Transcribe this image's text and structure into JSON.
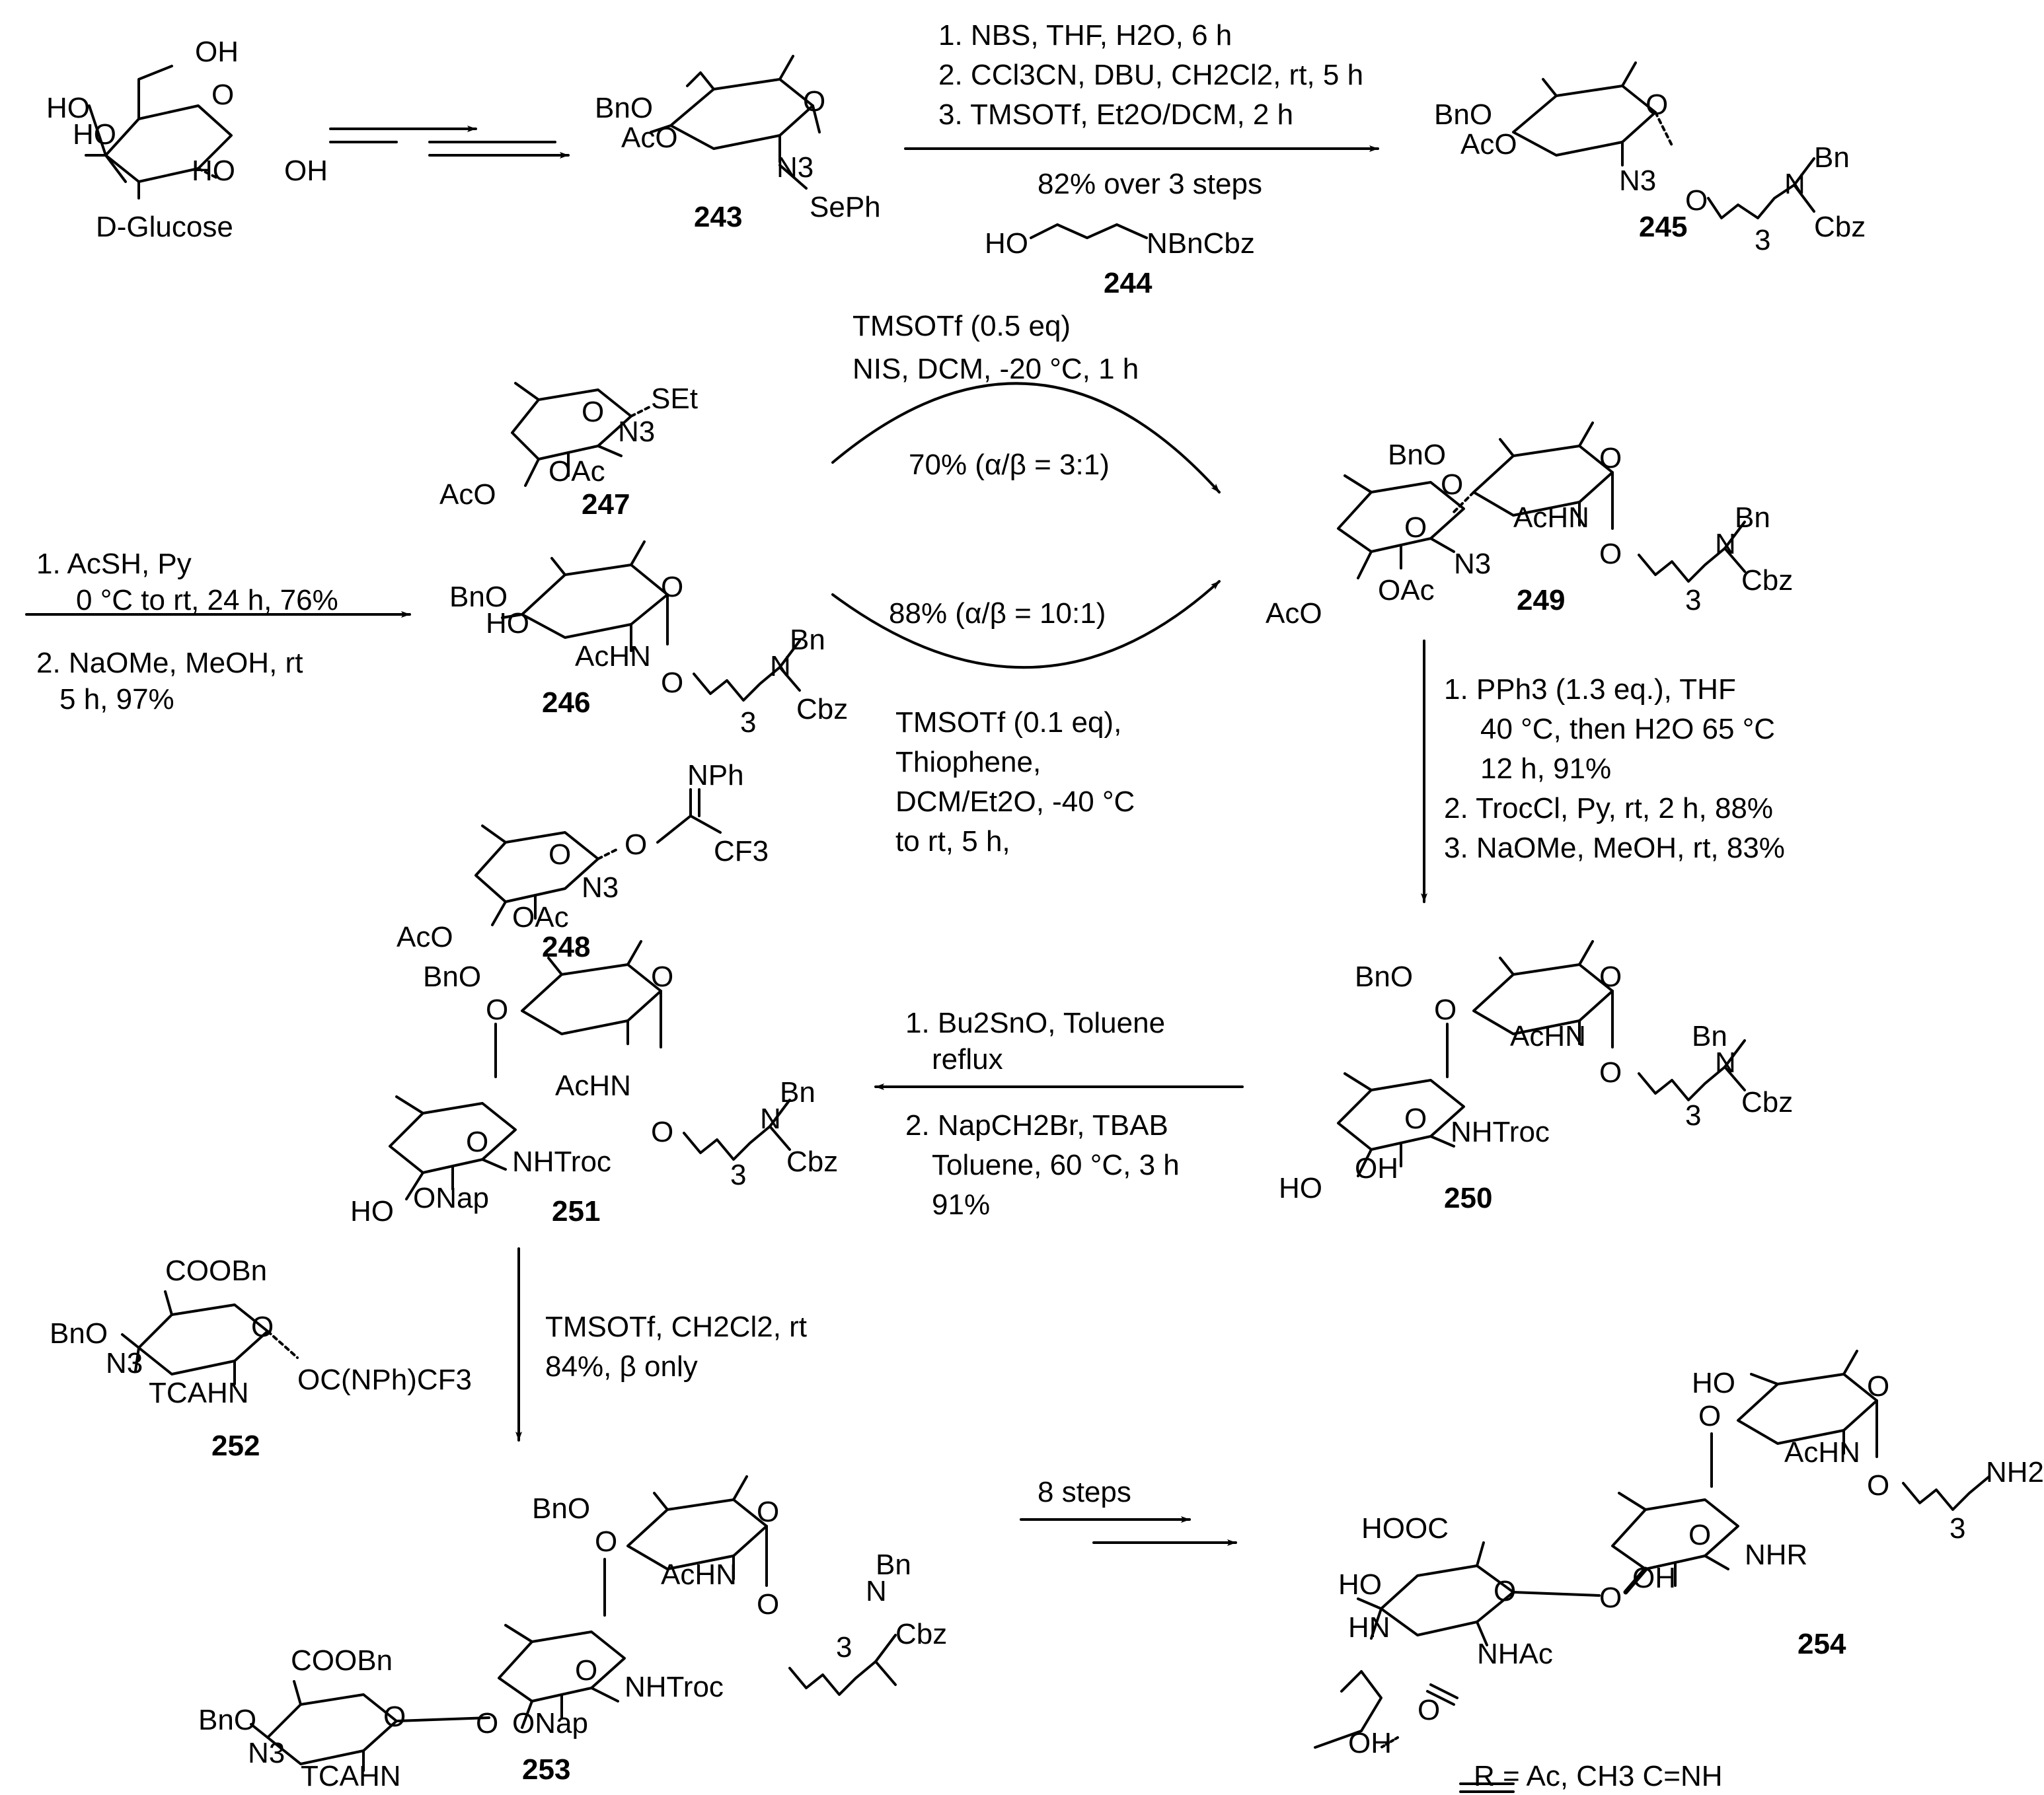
{
  "compounds": {
    "glucose": {
      "label": "D-Glucose",
      "atoms": [
        "HO",
        "HO",
        "HO",
        "OH",
        "OH",
        "O",
        "OH"
      ]
    },
    "c243": {
      "label": "243",
      "atoms": [
        "BnO",
        "AcO",
        "O",
        "N3",
        "SePh"
      ]
    },
    "c245": {
      "label": "245",
      "atoms": [
        "BnO",
        "AcO",
        "O",
        "N3",
        "O",
        "N",
        "Bn",
        "Cbz",
        "3"
      ]
    },
    "c244": {
      "label": "244",
      "atoms": [
        "HO",
        "NBnCbz"
      ]
    },
    "c247": {
      "label": "247",
      "atoms": [
        "O",
        "SEt",
        "N3",
        "OAc",
        "AcO"
      ]
    },
    "c246": {
      "label": "246",
      "atoms": [
        "BnO",
        "HO",
        "O",
        "AcHN",
        "O",
        "N",
        "Bn",
        "Cbz",
        "3"
      ]
    },
    "c248": {
      "label": "248",
      "atoms": [
        "NPh",
        "O",
        "O",
        "CF3",
        "N3",
        "OAc",
        "AcO"
      ]
    },
    "c249": {
      "label": "249",
      "atoms": [
        "BnO",
        "O",
        "O",
        "AcHN",
        "O",
        "N3",
        "N",
        "Bn",
        "Cbz",
        "3",
        "AcO",
        "OAc"
      ]
    },
    "c250": {
      "label": "250",
      "atoms": [
        "BnO",
        "O",
        "O",
        "AcHN",
        "O",
        "NHTroc",
        "N",
        "Bn",
        "Cbz",
        "3",
        "HO",
        "OH"
      ]
    },
    "c251": {
      "label": "251",
      "atoms": [
        "BnO",
        "O",
        "O",
        "AcHN",
        "O",
        "NHTroc",
        "N",
        "Bn",
        "Cbz",
        "3",
        "HO",
        "ONap"
      ]
    },
    "c252": {
      "label": "252",
      "atoms": [
        "COOBn",
        "BnO",
        "O",
        "N3",
        "TCAHN",
        "OC(NPh)CF3"
      ]
    },
    "c253": {
      "label": "253",
      "atoms": [
        "BnO",
        "O",
        "O",
        "AcHN",
        "O",
        "N",
        "Bn",
        "Cbz",
        "3",
        "NHTroc",
        "ONap",
        "COOBn",
        "BnO",
        "N3",
        "TCAHN",
        "O"
      ]
    },
    "c254": {
      "label": "254",
      "atoms": [
        "HO",
        "O",
        "O",
        "AcHN",
        "O",
        "NH2",
        "3",
        "NHR",
        "HOOC",
        "HO",
        "HN",
        "O",
        "NHAc",
        "OH",
        "O",
        "OH"
      ],
      "footnote": "R = Ac, CH3 C=NH"
    }
  },
  "conditions": {
    "step_243_245": [
      "1. NBS, THF, H2O, 6 h",
      "2. CCl3CN, DBU, CH2Cl2, rt, 5 h",
      "3. TMSOTf, Et2O/DCM, 2 h"
    ],
    "yield_243_245": "82% over 3 steps",
    "step_245_246": [
      "1. AcSH, Py",
      "0 °C to rt, 24 h, 76%",
      "2. NaOMe, MeOH, rt",
      "5 h, 97%"
    ],
    "top_arc": [
      "TMSOTf (0.5 eq)",
      "NIS, DCM, -20 °C, 1 h"
    ],
    "top_arc_yield": "70% (α/β = 3:1)",
    "bottom_arc_yield": "88% (α/β = 10:1)",
    "bottom_arc": [
      "TMSOTf (0.1 eq),",
      "Thiophene,",
      "DCM/Et2O, -40 °C",
      "to rt, 5 h,"
    ],
    "step_249_250": [
      "1. PPh3 (1.3 eq.), THF",
      "40 °C, then H2O 65 °C",
      "12 h, 91%",
      "2. TrocCl, Py, rt, 2 h, 88%",
      "3. NaOMe, MeOH, rt, 83%"
    ],
    "step_250_251": [
      "1. Bu2SnO, Toluene",
      "reflux",
      "2. NapCH2Br, TBAB",
      "Toluene, 60 °C, 3 h",
      "91%"
    ],
    "step_251_253": [
      "TMSOTf, CH2Cl2, rt",
      "84%, β only"
    ],
    "step_253_254": "8 steps"
  },
  "colors": {
    "ink": "#000000",
    "background": "#ffffff"
  }
}
